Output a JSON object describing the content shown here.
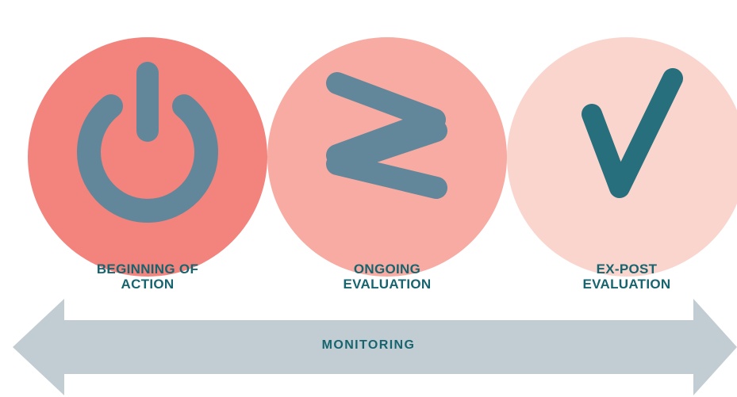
{
  "colors": {
    "stage1_fill": "#f2837d",
    "stage2_fill": "#f7aba2",
    "stage3_fill": "#fad5cd",
    "icon_muted": "#62879a",
    "icon_dark": "#276f7c",
    "label_text": "#17646f",
    "arrow_fill": "#c2cdd3"
  },
  "stages": [
    {
      "label": "BEGINNING OF ACTION",
      "icon": "power-icon"
    },
    {
      "label": "ONGOING EVALUATION",
      "icon": "zigzag-chevrons-icon"
    },
    {
      "label": "EX-POST EVALUATION",
      "icon": "checkmark-icon"
    }
  ],
  "monitoring": {
    "label": "MONITORING"
  }
}
